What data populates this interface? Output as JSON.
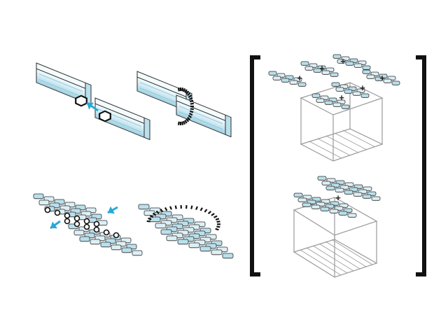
{
  "colors": {
    "background": "#ffffff",
    "outline": "#2b2b2b",
    "part_light": "#f4fbfd",
    "part_fill": "#dcf0f6",
    "part_mid": "#b9e0ec",
    "part_dark": "#8cc6d8",
    "arrow": "#29a9d6",
    "bracket": "#111111",
    "frame": "#9a9a9a"
  },
  "steps": [
    {
      "name": "connect-two-tubes",
      "icons": [
        "arrow-icon",
        "hexagon-connector-icon"
      ]
    },
    {
      "name": "tubes-joined",
      "icons": [
        "click-mark-icon"
      ]
    },
    {
      "name": "connect-two-panels",
      "icons": [
        "arrow-icon",
        "arrow-icon"
      ]
    },
    {
      "name": "panels-joined",
      "icons": [
        "click-arc-icon"
      ]
    }
  ],
  "assemblies": [
    {
      "name": "panels-on-small-frame",
      "separators": [
        "+",
        "+",
        "+",
        "+",
        "+",
        "+"
      ]
    },
    {
      "name": "panels-on-cube-frame",
      "separators": [
        "+"
      ]
    }
  ]
}
